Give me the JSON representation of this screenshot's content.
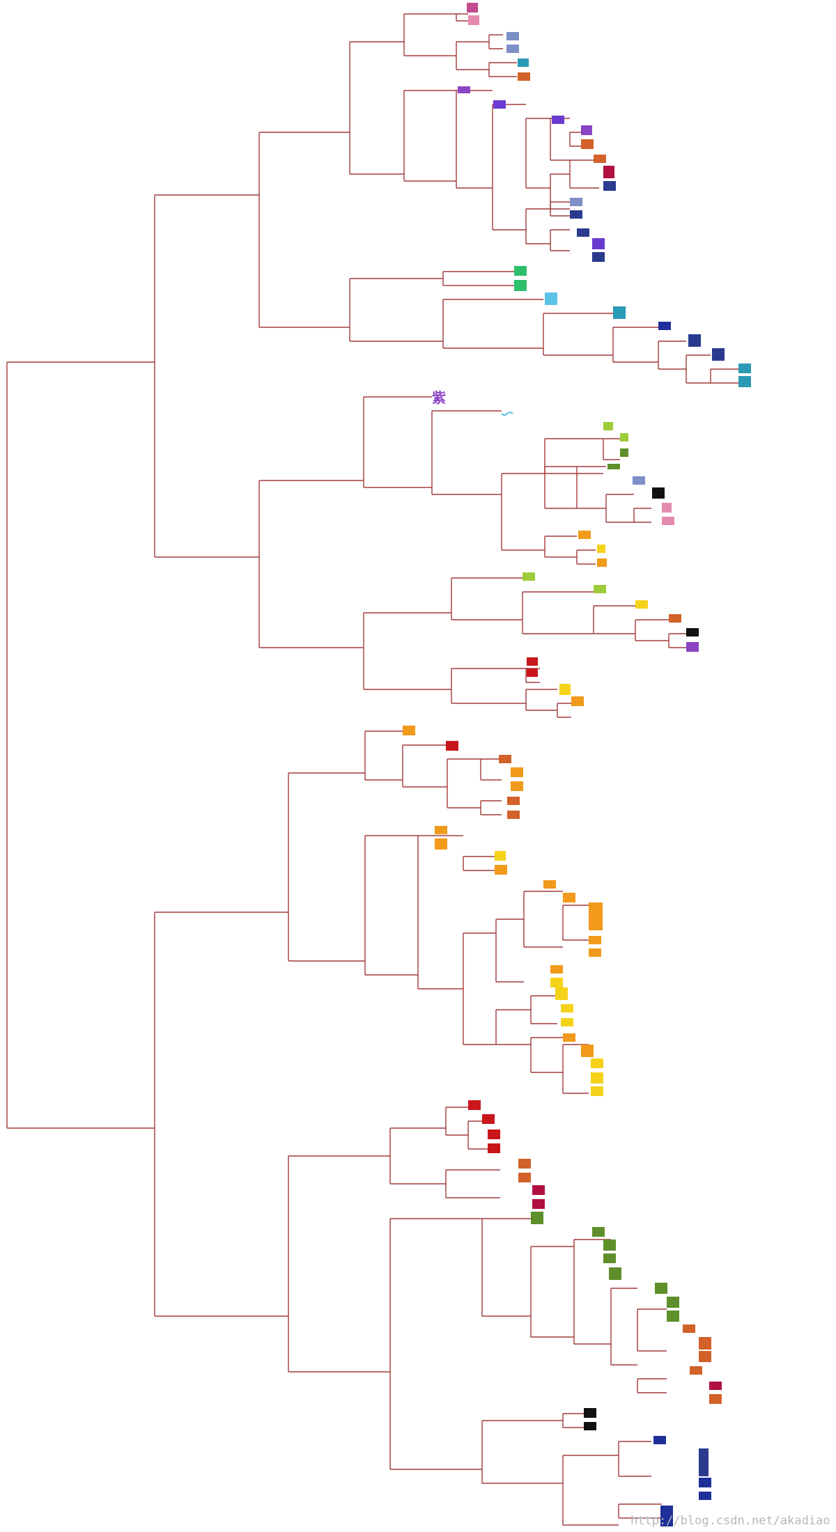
{
  "diagram": {
    "type": "dendrogram",
    "orientation": "left-to-right",
    "link_color": "#a33a3a",
    "leaf_kind": "image-thumbnails",
    "label_leaf": "紫",
    "watermark": "http://blog.csdn.net/akadiao"
  },
  "palette": {
    "magenta": "#c24b8f",
    "pink": "#e58bb0",
    "steel": "#7d8fc7",
    "navy": "#2a3b8f",
    "teal": "#2a9ab5",
    "sky": "#5cc2e8",
    "violet": "#6a3bd1",
    "purple": "#8a44c4",
    "green": "#2dbf6b",
    "lime": "#9ccc3a",
    "leaf": "#5e8f2a",
    "yellow": "#f5d21a",
    "orange": "#f29a1b",
    "red": "#c8161b",
    "crimson": "#b01040",
    "sunset": "#d2612a",
    "black": "#111111",
    "blue": "#1f2f9a"
  }
}
